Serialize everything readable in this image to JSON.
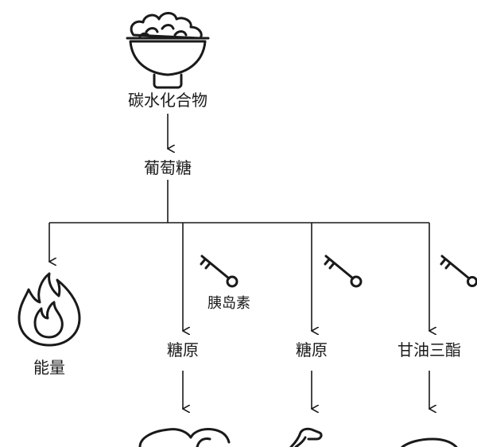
{
  "diagram": {
    "source": "碳水化合物",
    "middle": "葡萄糖",
    "energy": "能量",
    "insulin": "胰岛素",
    "branch_glycogen_1": "糖原",
    "branch_glycogen_2": "糖原",
    "branch_triglyceride": "甘油三酯"
  },
  "icons": {
    "source": "rice-bowl-icon",
    "energy": "flame-icon",
    "keys": "key-icon",
    "bottom": [
      "liver-icon",
      "muscle-icon",
      "fat-tissue-icon"
    ]
  },
  "colors": {
    "line": "#1a1a1a",
    "background": "#ffffff"
  }
}
